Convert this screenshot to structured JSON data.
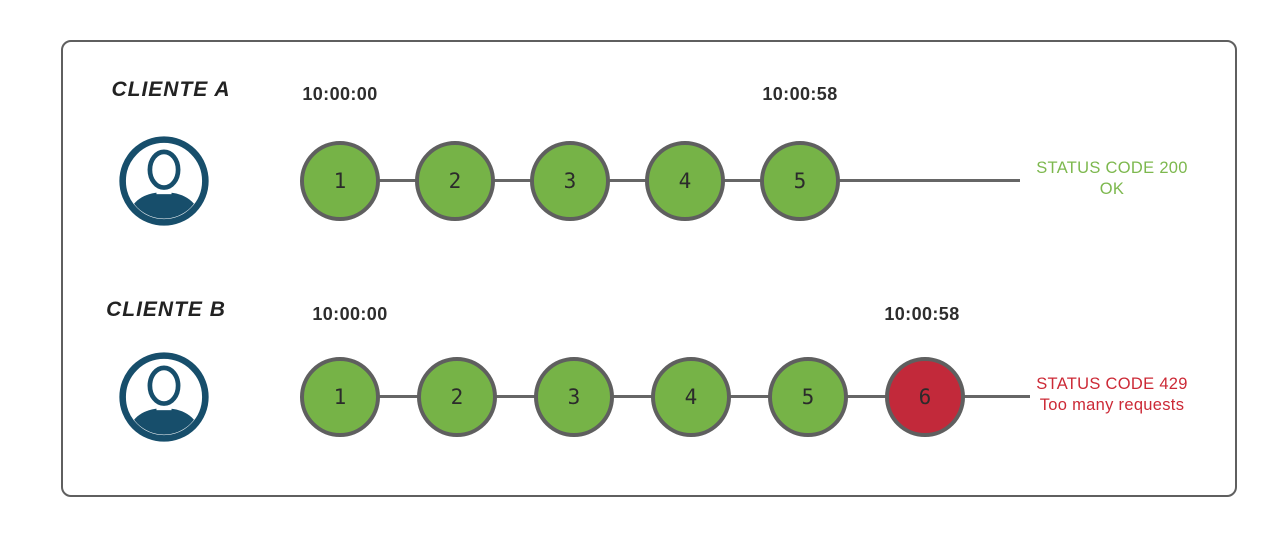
{
  "colors": {
    "frame-border": "#5f5f5f",
    "connector": "#666666",
    "node-stroke": "#5f5f5f",
    "node-ok": "#76b347",
    "node-err": "#c2293a",
    "status-ok": "#7db84e",
    "status-err": "#cc2936",
    "avatar": "#174e6b"
  },
  "icons": {
    "avatar": "user-avatar-icon"
  },
  "rows": [
    {
      "label": "CLIENTE A",
      "start_time": "10:00:00",
      "end_time": "10:00:58",
      "requests": [
        {
          "label": "1",
          "state": "ok"
        },
        {
          "label": "2",
          "state": "ok"
        },
        {
          "label": "3",
          "state": "ok"
        },
        {
          "label": "4",
          "state": "ok"
        },
        {
          "label": "5",
          "state": "ok"
        }
      ],
      "status": {
        "line1": "STATUS CODE 200",
        "line2": "OK"
      }
    },
    {
      "label": "CLIENTE B",
      "start_time": "10:00:00",
      "end_time": "10:00:58",
      "requests": [
        {
          "label": "1",
          "state": "ok"
        },
        {
          "label": "2",
          "state": "ok"
        },
        {
          "label": "3",
          "state": "ok"
        },
        {
          "label": "4",
          "state": "ok"
        },
        {
          "label": "5",
          "state": "ok"
        },
        {
          "label": "6",
          "state": "err"
        }
      ],
      "status": {
        "line1": "STATUS CODE 429",
        "line2": "Too many requests"
      }
    }
  ]
}
